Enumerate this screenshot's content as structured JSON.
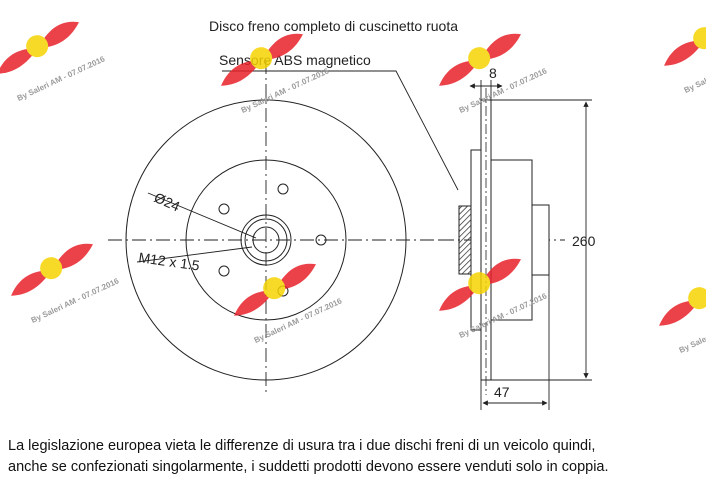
{
  "title": "Disco freno completo di cuscinetto ruota",
  "labels": {
    "abs_sensor": "Sensore ABS magnetico",
    "hub_diameter": "Ø24",
    "thread": "M12 x 1.5"
  },
  "dimensions": {
    "thickness": "8",
    "diameter": "260",
    "width": "47"
  },
  "note": {
    "line1": "La legislazione europea vieta le differenze di usura tra i due dischi freni di un veicolo quindi,",
    "line2": "anche se confezionati singolarmente, i suddetti prodotti devono essere venduti solo in coppia."
  },
  "watermark": {
    "text": "By Saleri AM - 07.07.2016",
    "colors": {
      "wing": "#e8202a",
      "badge": "#f5d400"
    }
  },
  "colors": {
    "line": "#222222"
  }
}
